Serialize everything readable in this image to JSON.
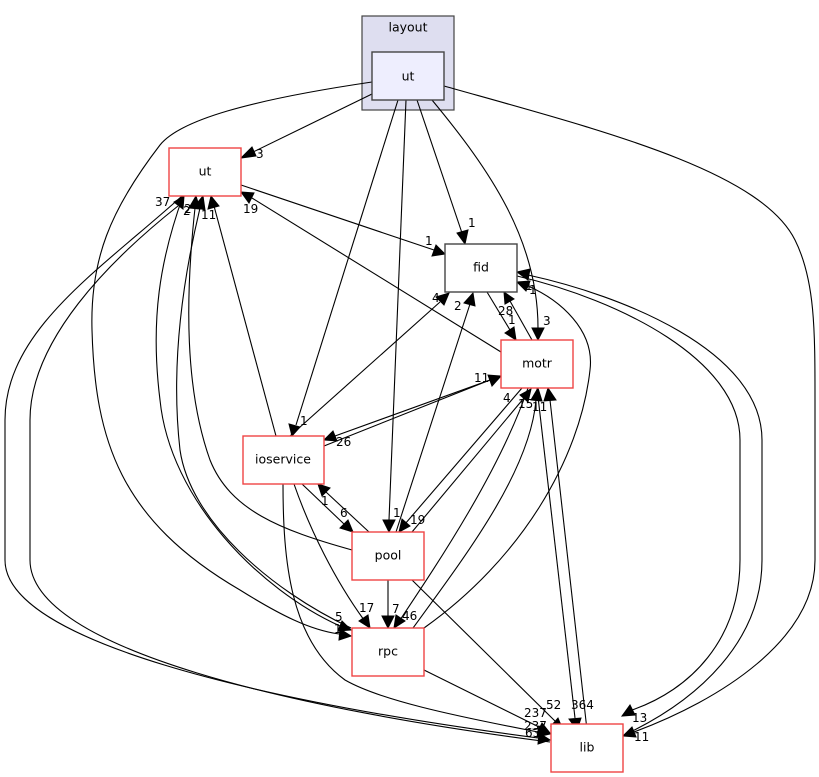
{
  "title": "Directory dependency graph for layout/ut",
  "colors": {
    "cluster_fill": "#dedef0",
    "cluster_stroke": "#444444",
    "current_fill": "#eeeefe",
    "current_stroke": "#444444",
    "dep_stroke_red": "#ef4444",
    "dep_stroke_gray": "#444444",
    "edge": "#000000"
  },
  "cluster": {
    "id": "layout",
    "label": "layout"
  },
  "nodes": [
    {
      "id": "layout_ut",
      "label": "ut",
      "kind": "current"
    },
    {
      "id": "ut",
      "label": "ut",
      "kind": "red"
    },
    {
      "id": "fid",
      "label": "fid",
      "kind": "gray"
    },
    {
      "id": "motr",
      "label": "motr",
      "kind": "red"
    },
    {
      "id": "ioservice",
      "label": "ioservice",
      "kind": "red"
    },
    {
      "id": "pool",
      "label": "pool",
      "kind": "red"
    },
    {
      "id": "rpc",
      "label": "rpc",
      "kind": "red"
    },
    {
      "id": "lib",
      "label": "lib",
      "kind": "red"
    }
  ],
  "edges": [
    {
      "from": "layout_ut",
      "to": "ut",
      "label": "3"
    },
    {
      "from": "layout_ut",
      "to": "fid",
      "label": "1"
    },
    {
      "from": "layout_ut",
      "to": "motr",
      "label": "3"
    },
    {
      "from": "layout_ut",
      "to": "ioservice",
      "label": "1"
    },
    {
      "from": "layout_ut",
      "to": "pool",
      "label": "1"
    },
    {
      "from": "layout_ut",
      "to": "rpc",
      "label": "1"
    },
    {
      "from": "layout_ut",
      "to": "lib",
      "label": "11"
    },
    {
      "from": "ut",
      "to": "fid",
      "label": "1"
    },
    {
      "from": "ut",
      "to": "lib",
      "label": "63"
    },
    {
      "from": "ut",
      "to": "rpc",
      "label": "5"
    },
    {
      "from": "fid",
      "to": "motr",
      "label": "28"
    },
    {
      "from": "fid",
      "to": "lib",
      "label": "13"
    },
    {
      "from": "motr",
      "to": "ut",
      "label": "19"
    },
    {
      "from": "motr",
      "to": "fid",
      "label": "1"
    },
    {
      "from": "motr",
      "to": "ioservice",
      "label": "26"
    },
    {
      "from": "motr",
      "to": "pool",
      "label": "19"
    },
    {
      "from": "motr",
      "to": "rpc",
      "label": "46"
    },
    {
      "from": "motr",
      "to": "lib",
      "label": "364"
    },
    {
      "from": "ioservice",
      "to": "ut",
      "label": "11"
    },
    {
      "from": "ioservice",
      "to": "fid",
      "label": "4"
    },
    {
      "from": "ioservice",
      "to": "motr",
      "label": "11"
    },
    {
      "from": "ioservice",
      "to": "pool",
      "label": "6"
    },
    {
      "from": "ioservice",
      "to": "rpc",
      "label": "17"
    },
    {
      "from": "ioservice",
      "to": "lib",
      "label": "237"
    },
    {
      "from": "pool",
      "to": "ut",
      "label": "2"
    },
    {
      "from": "pool",
      "to": "fid",
      "label": "2"
    },
    {
      "from": "pool",
      "to": "motr",
      "label": "4"
    },
    {
      "from": "pool",
      "to": "ioservice",
      "label": "1"
    },
    {
      "from": "pool",
      "to": "rpc",
      "label": "7"
    },
    {
      "from": "pool",
      "to": "lib",
      "label": "52"
    },
    {
      "from": "rpc",
      "to": "ut",
      "label": "2"
    },
    {
      "from": "rpc",
      "to": "fid",
      "label": "1"
    },
    {
      "from": "rpc",
      "to": "motr",
      "label": "15"
    },
    {
      "from": "rpc",
      "to": "lib",
      "label": "237"
    },
    {
      "from": "lib",
      "to": "ut",
      "label": "37"
    },
    {
      "from": "lib",
      "to": "fid",
      "label": "1"
    },
    {
      "from": "lib",
      "to": "motr",
      "label": "11"
    }
  ],
  "edge_labels": [
    "3",
    "1",
    "3",
    "1",
    "1",
    "1",
    "11",
    "1",
    "63",
    "5",
    "28",
    "13",
    "19",
    "1",
    "26",
    "19",
    "46",
    "364",
    "11",
    "4",
    "11",
    "6",
    "17",
    "237",
    "2",
    "2",
    "4",
    "1",
    "7",
    "52",
    "2",
    "1",
    "15",
    "237",
    "37",
    "1",
    "11",
    "6"
  ]
}
